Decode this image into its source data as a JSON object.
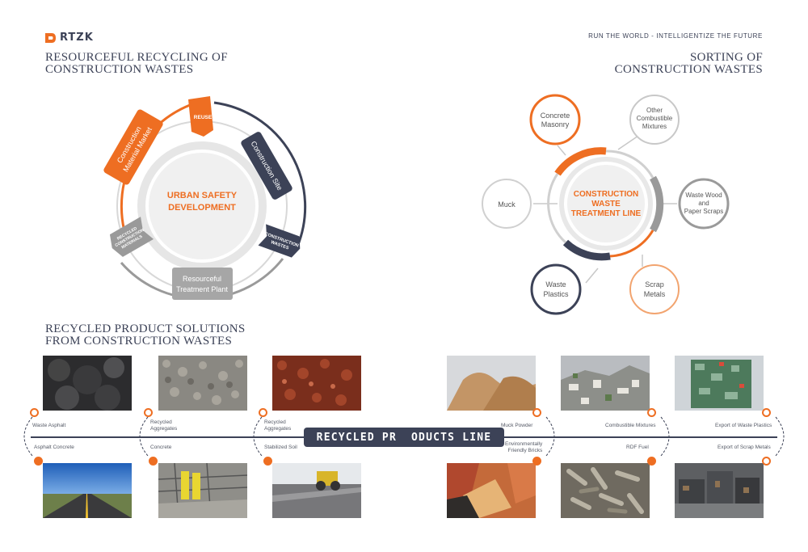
{
  "header": {
    "logo_text": "RTZK",
    "tagline": "RUN THE WORLD - INTELLIGENTIZE THE FUTURE"
  },
  "titles": {
    "left_line1": "RESOURCEFUL RECYCLING OF",
    "left_line2": "CONSTRUCTION WASTES",
    "right_line1": "SORTING OF",
    "right_line2": "CONSTRUCTION WASTES",
    "bottom_line1": "RECYCLED PRODUCT SOLUTIONS",
    "bottom_line2": "FROM CONSTRUCTION WASTES"
  },
  "cycle": {
    "center_line1": "URBAN SAFETY",
    "center_line2": "DEVELOPMENT",
    "market_line1": "Construction",
    "market_line2": "Material Market",
    "reuse": "REUSE",
    "site": "Construction Site",
    "wastes_line1": "CONSTRUCTION",
    "wastes_line2": "WASTES",
    "plant_line1": "Resourceful",
    "plant_line2": "Treatment Plant",
    "recycled_line1": "RECYCLED",
    "recycled_line2": "CONSTRUCTION",
    "recycled_line3": "MATERIALS"
  },
  "sorting": {
    "center_line1": "CONSTRUCTION",
    "center_line2": "WASTE",
    "center_line3": "TREATMENT LINE",
    "concrete_line1": "Concrete",
    "concrete_line2": "Masonry",
    "combustible_line1": "Other",
    "combustible_line2": "Combustible",
    "combustible_line3": "Mixtures",
    "wood_line1": "Waste Wood",
    "wood_line2": "and",
    "wood_line3": "Paper Scraps",
    "muck": "Muck",
    "plastics_line1": "Waste",
    "plastics_line2": "Plastics",
    "metals_line1": "Scrap",
    "metals_line2": "Metals"
  },
  "products": {
    "banner": "RECYCLED PR  ODUCTS LINE",
    "waste_asphalt": "Waste Asphalt",
    "recycled_aggr1_line1": "Recycled",
    "recycled_aggr1_line2": "Aggregates",
    "recycled_aggr2_line1": "Recycled",
    "recycled_aggr2_line2": "Aggregates",
    "muck_powder": "Muck Powder",
    "combustible_mixtures": "Combustible Mixtures",
    "export_plastics": "Export of Waste Plastics",
    "asphalt_concrete": "Asphalt Concrete",
    "concrete": "Concrete",
    "stabilized_soil": "Stabilized Soil",
    "bricks_line1": "Environmentally",
    "bricks_line2": "Friendly Bricks",
    "rdf_fuel": "RDF Fuel",
    "export_metals": "Export of Scrap Metals"
  },
  "colors": {
    "orange": "#ee6e22",
    "navy": "#3c4257",
    "gray": "#9a9a9a",
    "light_gray": "#c8c8c8"
  }
}
